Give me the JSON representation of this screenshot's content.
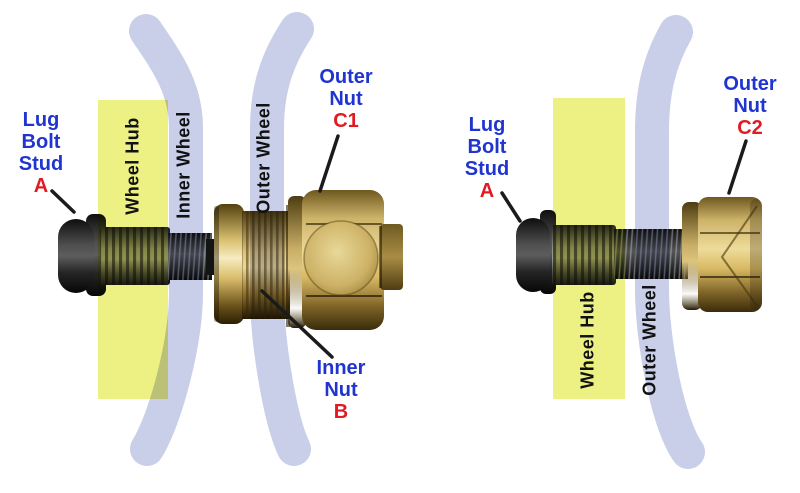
{
  "colors": {
    "label_blue": "#2035cf",
    "tag_red": "#e11b24",
    "hub_yellow": "#edf183",
    "wheel_lavender": "#c9cee9",
    "band_text_black": "#111111"
  },
  "left_diagram": {
    "lug_bolt_stud": {
      "line1": "Lug",
      "line2": "Bolt",
      "line3": "Stud",
      "tag": "A"
    },
    "wheel_hub_label": "Wheel Hub",
    "inner_wheel_label": "Inner Wheel",
    "outer_wheel_label": "Outer Wheel",
    "outer_nut": {
      "line1": "Outer",
      "line2": "Nut",
      "tag": "C1"
    },
    "inner_nut": {
      "line1": "Inner",
      "line2": "Nut",
      "tag": "B"
    }
  },
  "right_diagram": {
    "lug_bolt_stud": {
      "line1": "Lug",
      "line2": "Bolt",
      "line3": "Stud",
      "tag": "A"
    },
    "wheel_hub_label": "Wheel Hub",
    "outer_wheel_label": "Outer Wheel",
    "outer_nut": {
      "line1": "Outer",
      "line2": "Nut",
      "tag": "C2"
    }
  }
}
